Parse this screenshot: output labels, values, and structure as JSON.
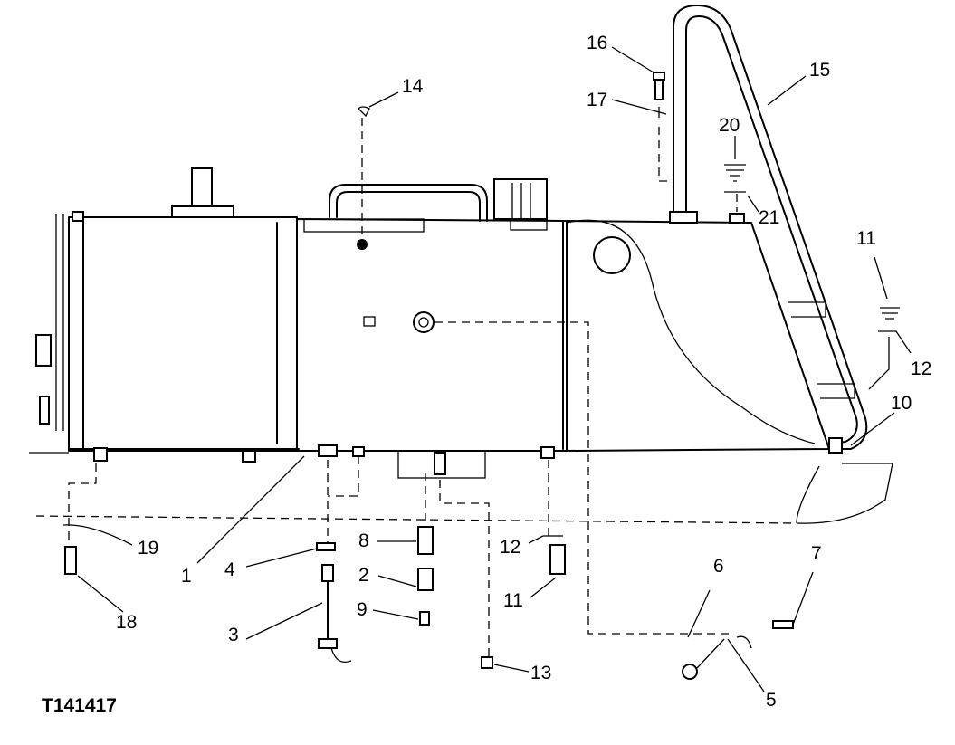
{
  "figure_id": "T141417",
  "callouts": [
    "1",
    "2",
    "3",
    "4",
    "5",
    "6",
    "7",
    "8",
    "9",
    "10",
    "11",
    "12",
    "13",
    "14",
    "15",
    "16",
    "17",
    "18",
    "19",
    "20",
    "21"
  ]
}
